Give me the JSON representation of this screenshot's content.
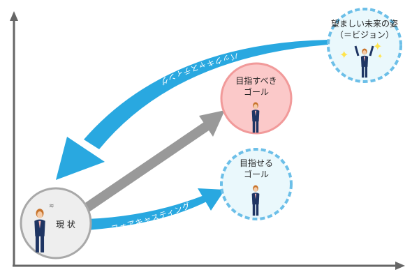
{
  "diagram": {
    "vision": {
      "line1": "望ましい未来の姿",
      "line2": "（＝ビジョン）"
    },
    "should_goal": {
      "line1": "目指すべき",
      "line2": "ゴール"
    },
    "can_goal": {
      "line1": "目指せる",
      "line2": "ゴール"
    },
    "current": {
      "label": "現 状"
    },
    "backcasting_label": "バックキャスティング",
    "forecasting_label": "フォアキャスティング"
  },
  "colors": {
    "blue": "#29a8e0",
    "gray_arrow": "#999999",
    "axis": "#666666",
    "should_fill": "#fbc9c9",
    "should_border": "#f19a9a",
    "dashed_fill": "#eaf8fc",
    "dashed_border": "#6cbfe8",
    "current_fill": "#eeeeee",
    "current_border": "#a8a8a8"
  }
}
